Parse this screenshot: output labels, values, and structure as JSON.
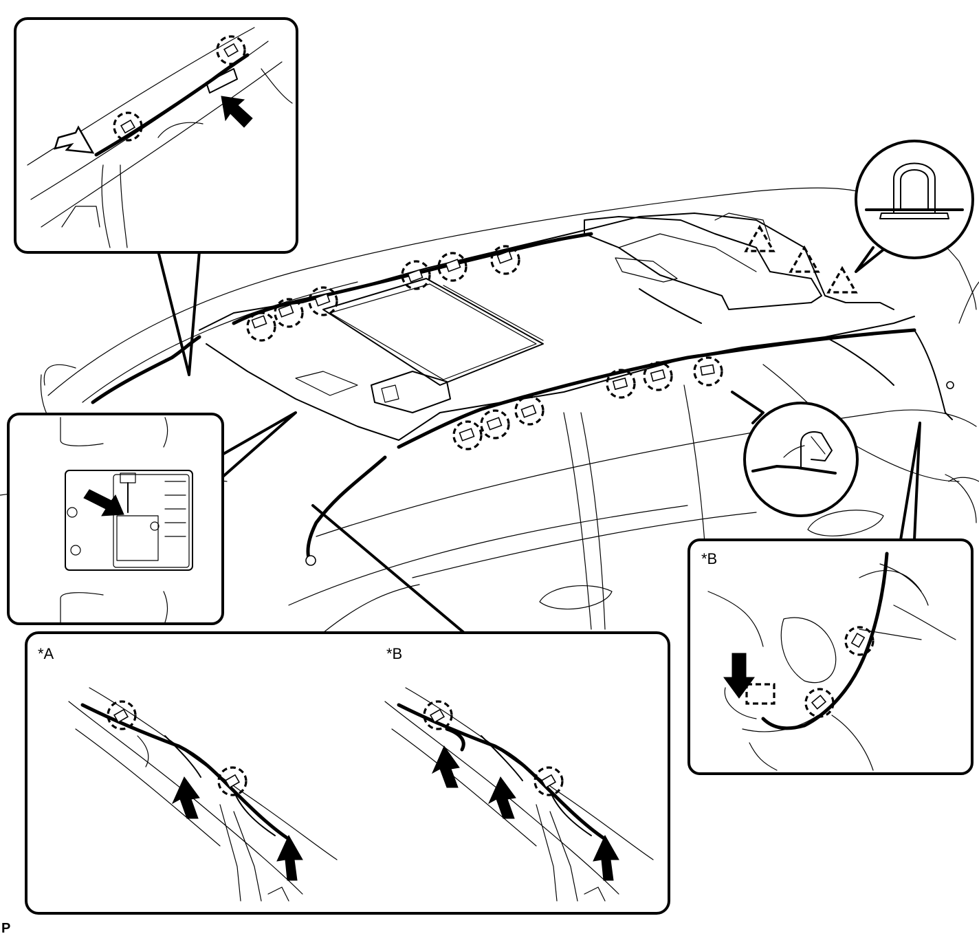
{
  "labels": {
    "detail_a": "*A",
    "detail_b_lower": "*B",
    "detail_b_right": "*B",
    "corner": "P"
  }
}
